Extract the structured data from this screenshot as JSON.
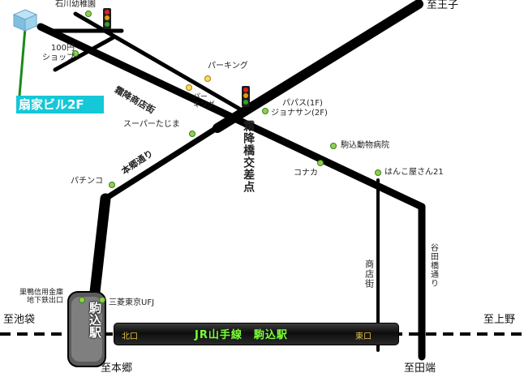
{
  "directions": {
    "oji": "至王子",
    "ikebukuro": "至池袋",
    "ueno": "至上野",
    "hongo": "至本郷",
    "tabata": "至田端"
  },
  "building": {
    "name": "扇家ビル2F"
  },
  "streets": {
    "shimofuri_shoutengai": "霜降商店街",
    "hongo_dori": "本郷通り",
    "intersection": "霜降橋交差点",
    "shoutengai": "商店街",
    "yatabashi_dori": "谷田橋通り"
  },
  "pois": {
    "kindergarten": "石川幼稚園",
    "hyakuen_shop": "100円\nショップ",
    "parking_1": "パーキング",
    "parking_2": "パー\nキング",
    "papasu": "パパス(1F)",
    "jonathan": "ジョナサン(2F)",
    "supermarket": "スーパーたじま",
    "vet": "駒込動物病院",
    "pachinko": "パチンコ",
    "konaka": "コナカ",
    "hanko": "はんこ屋さん21",
    "bank": "巣鴨信用金庫\n地下鉄出口",
    "mufj": "三菱東京UFJ"
  },
  "station": {
    "line_name": "JR山手線　駒込駅",
    "north_exit": "北口",
    "east_exit": "東口",
    "platform_label": "駒込駅"
  },
  "colors": {
    "road": "#000000",
    "poi_green": "#8fd14f",
    "poi_yellow": "#ffd966",
    "building_label": "#15c8d8",
    "building_pin": "#1a8a1a",
    "station_text": "#7cff3a",
    "exit_text": "#e6c24a"
  }
}
